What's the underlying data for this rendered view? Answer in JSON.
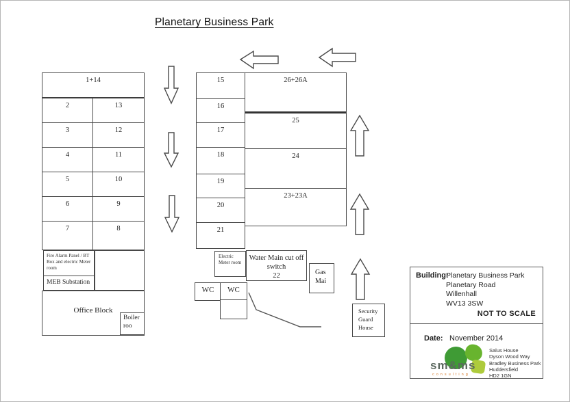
{
  "title": "Planetary Business Park",
  "left_block": {
    "top_unit": "1+14",
    "rows": [
      [
        "2",
        "13"
      ],
      [
        "3",
        "12"
      ],
      [
        "4",
        "11"
      ],
      [
        "5",
        "10"
      ],
      [
        "6",
        "9"
      ],
      [
        "7",
        "8"
      ]
    ],
    "fire_alarm_label": "Fire Alarm Panel / BT Box and electric Meter room",
    "meb_label": "MEB Substation",
    "office_label": "Office Block",
    "boiler_label": "Boiler roo"
  },
  "middle_block": {
    "units": [
      "15",
      "16",
      "17",
      "18",
      "19",
      "20",
      "21"
    ]
  },
  "right_block": {
    "units": [
      "26+26A",
      "25",
      "24",
      "23+23A"
    ]
  },
  "facilities": {
    "electric_meter_label": "Electric Meter room",
    "water_main_label": "Water Main cut off switch",
    "water_main_unit": "22",
    "gas_label": "Gas Mai",
    "wc_left_label": "WC",
    "wc_right_label": "WC",
    "security_label": "Security Guard House"
  },
  "info_panel": {
    "building_label": "Building:",
    "building_address": [
      "Planetary Business Park",
      "Planetary Road",
      "Willenhall",
      "WV13 3SW"
    ],
    "scale_note": "NOT TO SCALE",
    "date_label": "Date:",
    "date_value": "November 2014",
    "logo_text": "sm&ms",
    "logo_subtext": "consulting",
    "company_address": [
      "Salus House",
      "Dyson Wood Way",
      "Bradley Business Park",
      "Huddersfield",
      "HD2 1GN"
    ]
  },
  "colors": {
    "line": "#474747",
    "logo_green_dark": "#3f9b35",
    "logo_green_mid": "#68b42e",
    "logo_green_light": "#aecb3c",
    "logo_text_color": "#5a675e",
    "logo_subtext_color": "#d87b2a"
  }
}
